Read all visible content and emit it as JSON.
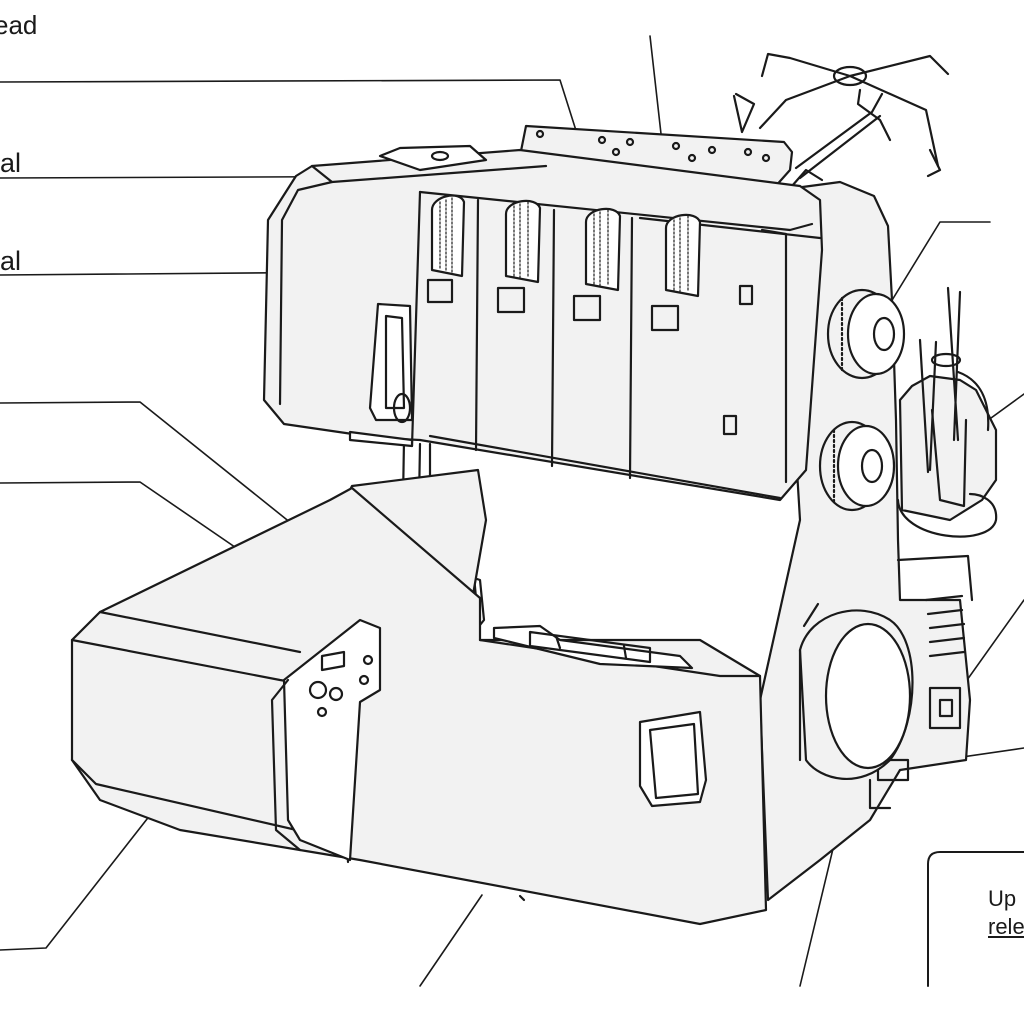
{
  "labels": {
    "top_cut": "ead",
    "label_1": "al",
    "label_2": "al"
  },
  "note_box": {
    "line_1": "Up",
    "line_2": "rele"
  },
  "colors": {
    "ink": "#1a1a1a",
    "paper": "#ffffff",
    "body_fill": "#f2f2f2"
  }
}
